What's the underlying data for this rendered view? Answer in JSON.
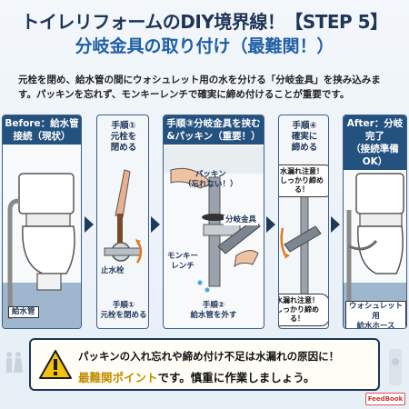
{
  "title": {
    "line1": "トイレリフォームのDIY境界線！【STEP 5】",
    "line2": "分岐金具の取り付け（最難関！）"
  },
  "intro": "元栓を閉め、給水管の間にウォシュレット用の水を分ける「分岐金具」を挟み込みます。パッキンを忘れず、モンキーレンチで確実に締め付けることが重要です。",
  "panels": {
    "before": {
      "head": "Before：給水管接続（現状）",
      "label_pipe": "給水管"
    },
    "step1": {
      "head": "手順①\n元栓を\n閉める",
      "label_valve": "止水栓",
      "caption": "手順①\n元栓を閉める"
    },
    "step2": {
      "caption": "手順②\n給水管を外す",
      "label_wrench": "モンキー\nレンチ"
    },
    "step3": {
      "head": "手順③分岐金具を挟む\n&パッキン（重要！）",
      "label_packing": "パッキン\n（忘れない！）",
      "label_fitting": "分岐金具"
    },
    "step4": {
      "head": "手順④\n確実に\n締める",
      "bubble_top": "水漏れ注意！\nしっかり締める！",
      "bubble_bottom": "水漏れ注意！\nしっかり締める！"
    },
    "after": {
      "head": "After：分岐完了\n（接続準備OK）",
      "label_hose": "ウォシュレット用\n給水ホース"
    }
  },
  "warning": {
    "line1": "パッキンの入れ忘れや締め付け不足は水漏れの原因に！",
    "line2_em": "最難関ポイント",
    "line2_rest": "です。慎重に作業しましょう。"
  },
  "logo": "FeedBook",
  "colors": {
    "navy": "#1d3557",
    "accent_blue": "#1f5fa6",
    "panel_head": "#24527f",
    "warning_yellow": "#f4c20d",
    "emphasis": "#c58a00"
  }
}
